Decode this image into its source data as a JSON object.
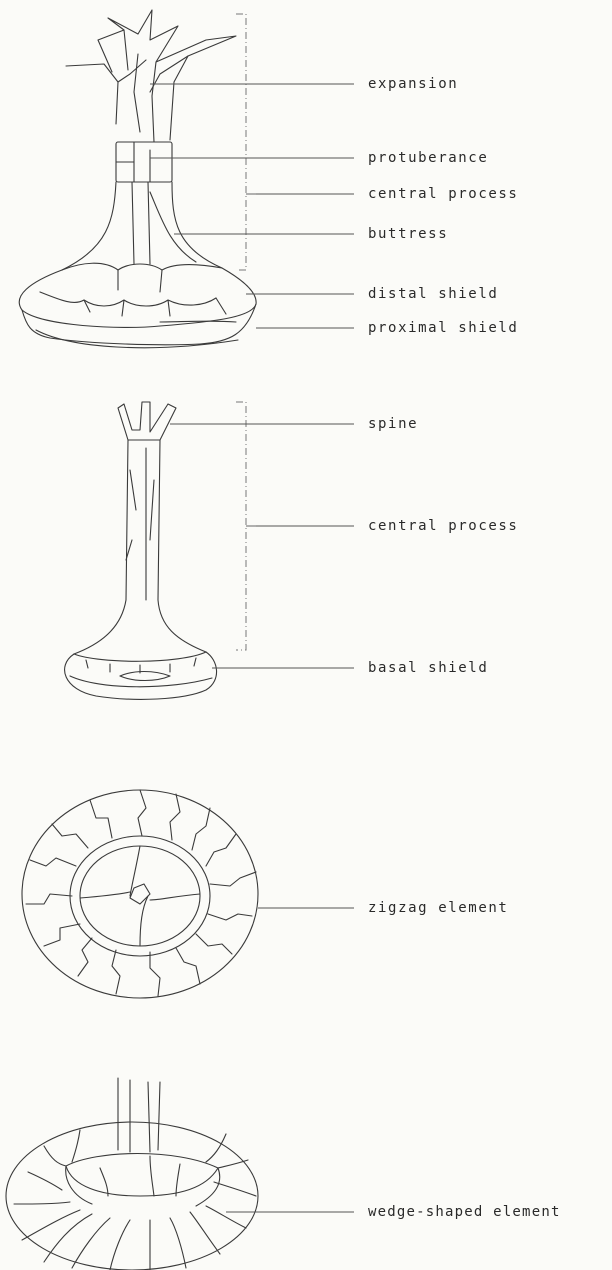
{
  "labels": {
    "expansion": "expansion",
    "protuberance": "protuberance",
    "central_process_1": "central process",
    "buttress": "buttress",
    "distal_shield": "distal shield",
    "proximal_shield": "proximal shield",
    "spine": "spine",
    "central_process_2": "central process",
    "basal_shield": "basal shield",
    "zigzag_element": "zigzag element",
    "wedge_shaped_element": "wedge-shaped element"
  }
}
